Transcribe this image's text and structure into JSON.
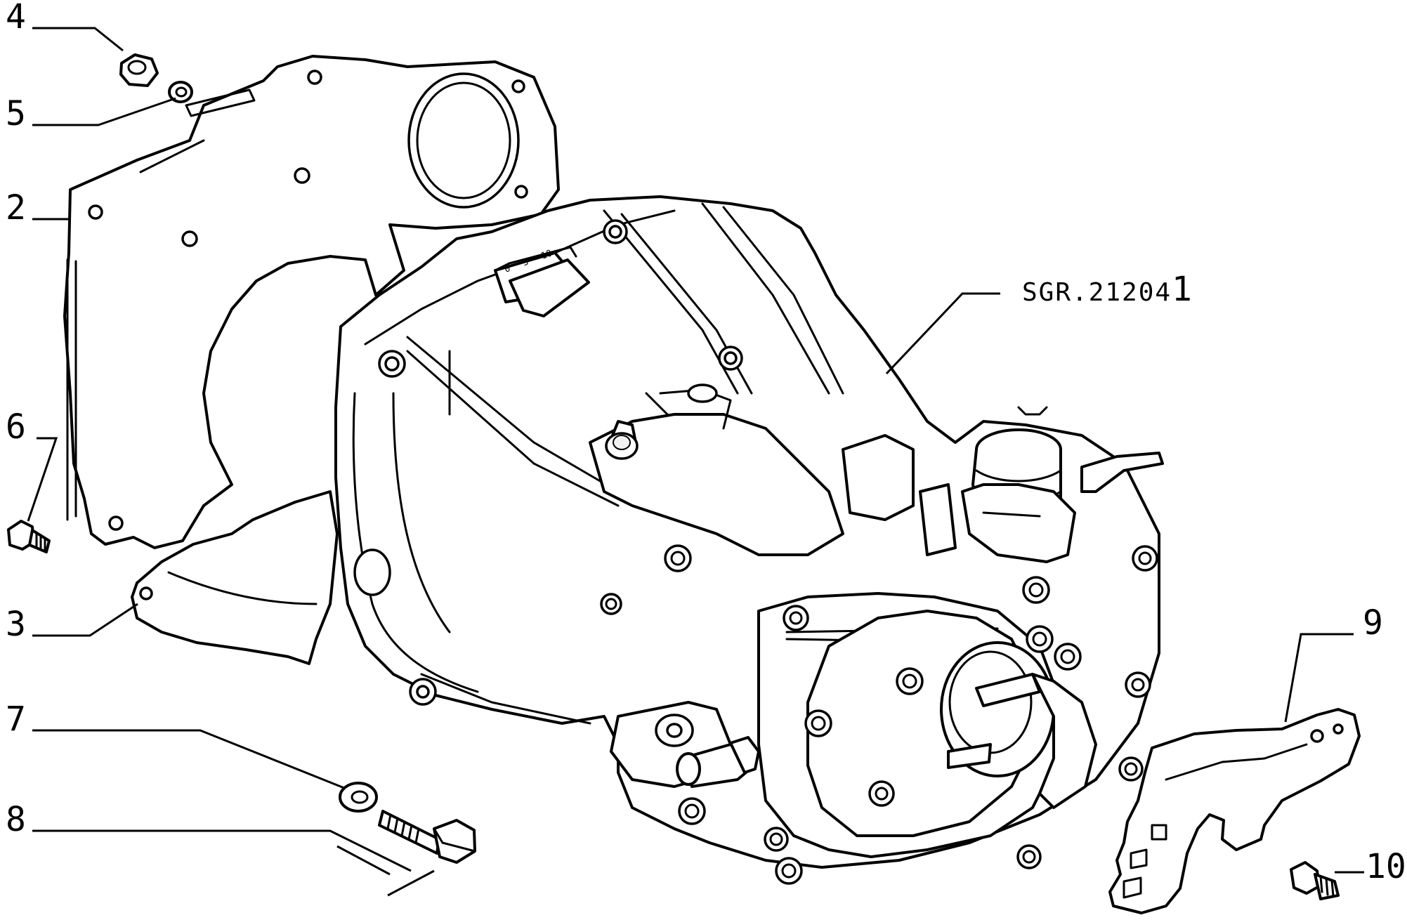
{
  "drawing_code": "SGR.21204",
  "callouts": [
    {
      "id": "1",
      "label": "1"
    },
    {
      "id": "2",
      "label": "2"
    },
    {
      "id": "3",
      "label": "3"
    },
    {
      "id": "4",
      "label": "4"
    },
    {
      "id": "5",
      "label": "5"
    },
    {
      "id": "6",
      "label": "6"
    },
    {
      "id": "7",
      "label": "7"
    },
    {
      "id": "8",
      "label": "8"
    },
    {
      "id": "9",
      "label": "9"
    },
    {
      "id": "10",
      "label": "10"
    }
  ],
  "scale_marks": [
    "0",
    "5",
    "10"
  ]
}
